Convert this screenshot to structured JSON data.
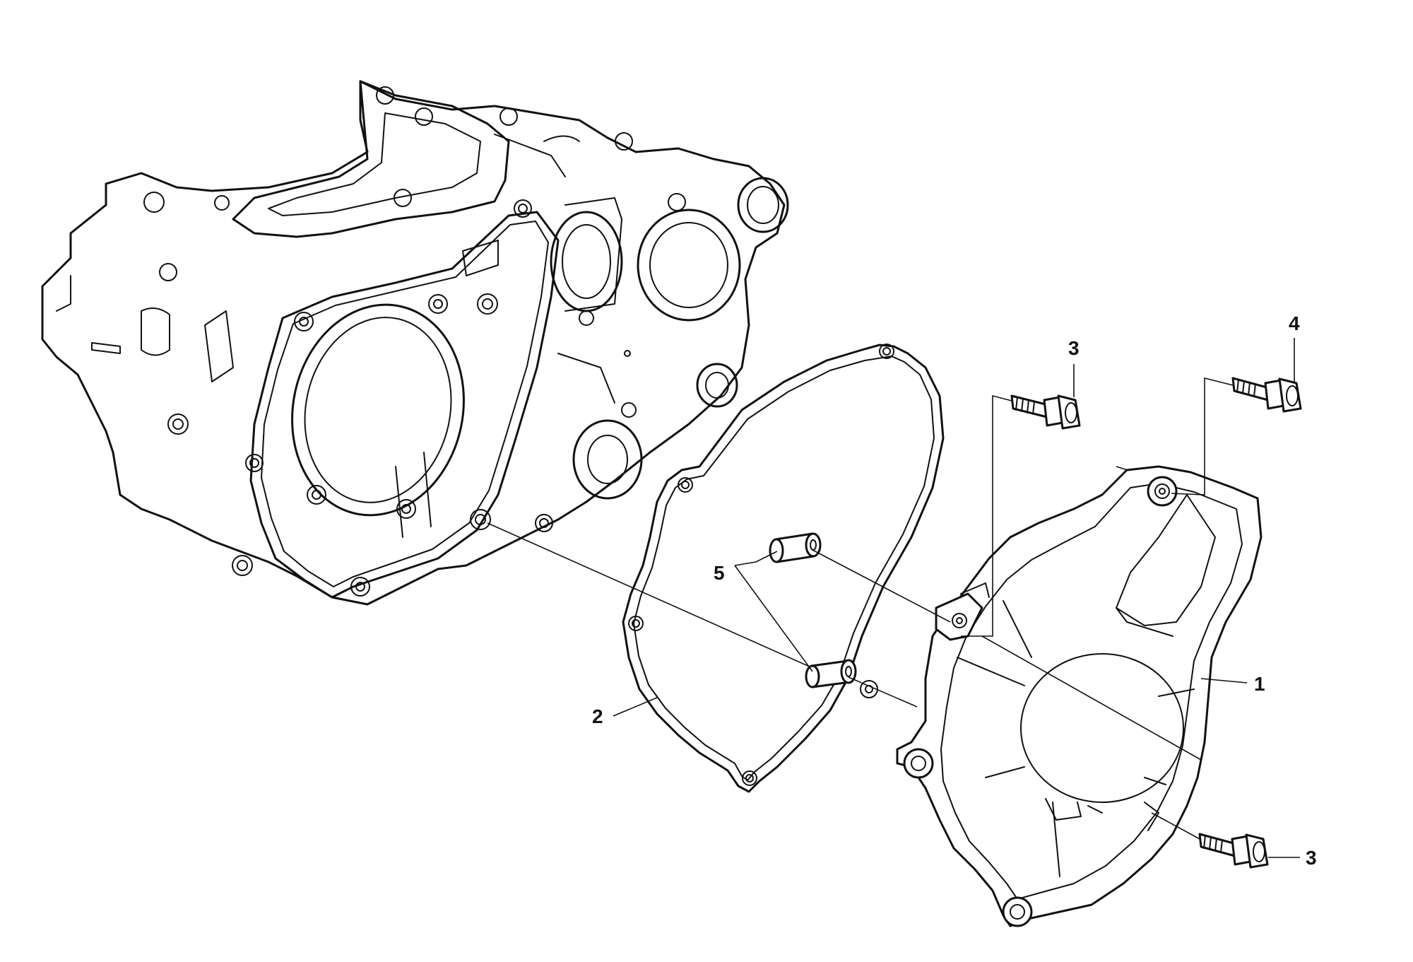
{
  "callouts": {
    "c1": "1",
    "c2": "2",
    "c3a": "3",
    "c3b": "3",
    "c4": "4",
    "c5": "5"
  }
}
